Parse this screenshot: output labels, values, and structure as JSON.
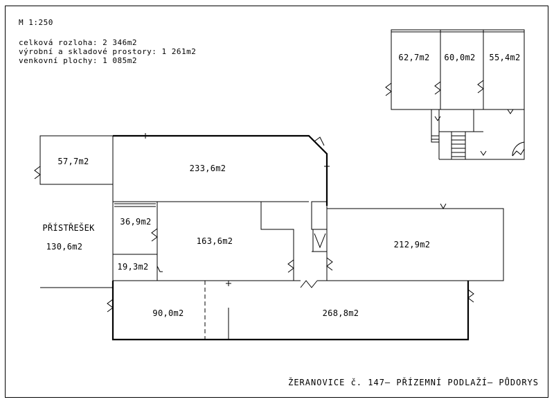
{
  "scale": "M 1:250",
  "summary": [
    "celková rozloha: 2 346m2",
    "výrobní a skladové prostory: 1 261m2",
    "venkovní plochy: 1 085m2"
  ],
  "title": "ŽERANOVICE č. 147– PŘÍZEMNÍ PODLAŽÍ– PŮDORYS",
  "rooms": {
    "r627": "62,7m2",
    "r600": "60,0m2",
    "r554": "55,4m2",
    "r577": "57,7m2",
    "r2336": "233,6m2",
    "pristresek_name": "PŘÍSTŘEŠEK",
    "pristresek_area": "130,6m2",
    "r369": "36,9m2",
    "r193": "19,3m2",
    "r1636": "163,6m2",
    "r2129": "212,9m2",
    "r900": "90,0m2",
    "r2688": "268,8m2"
  }
}
